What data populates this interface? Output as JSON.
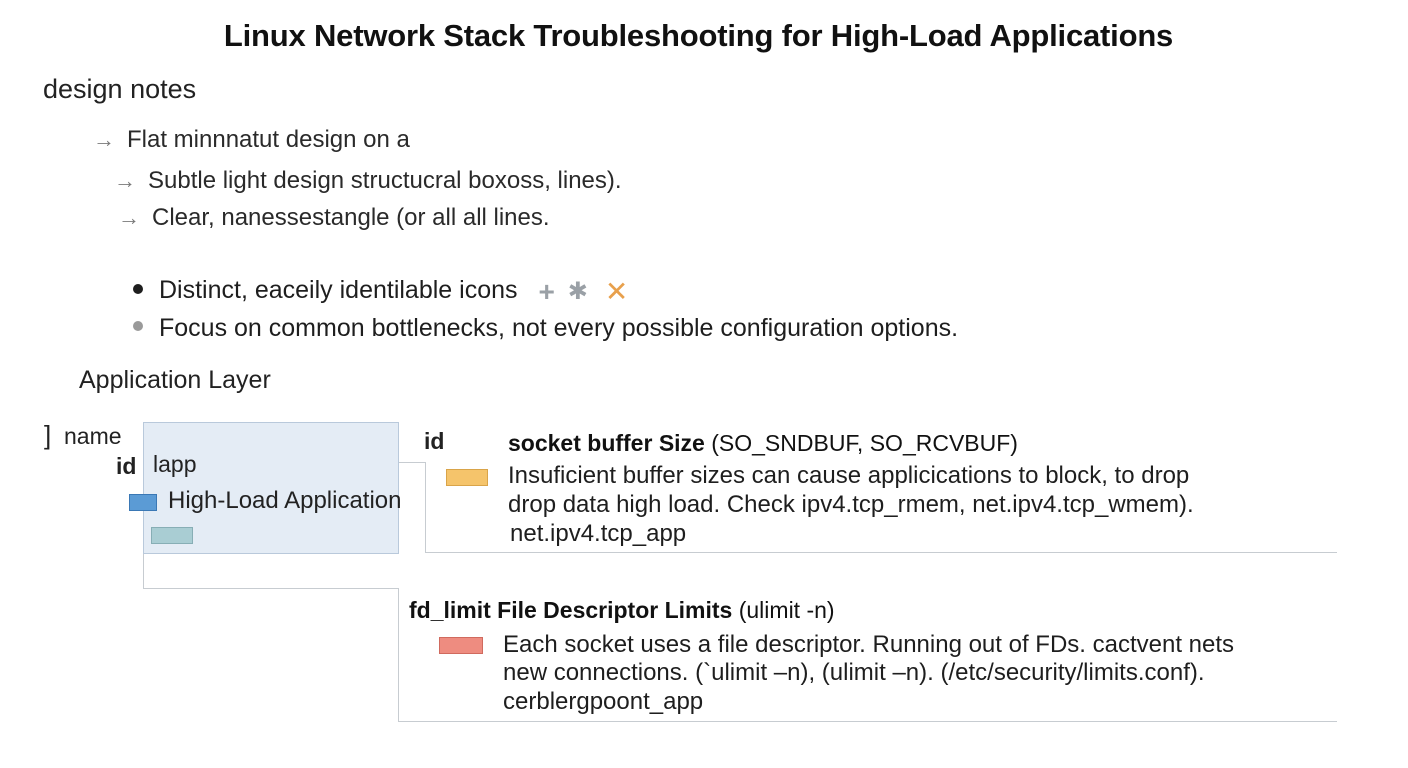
{
  "title": "Linux Network Stack Troubleshooting for High-Load Applications",
  "design_notes": {
    "heading": "design notes",
    "arrow_items": [
      "Flat minnnatut design on a",
      "Subtle light design structucral boxoss, lines).",
      "Clear, nanessestangle (or all all lines."
    ],
    "bullet_items": [
      "Distinct, eaceily identilable icons",
      "Focus on common bottlenecks, not every possible configuration options."
    ],
    "arrow_glyph": "→",
    "icons": {
      "plus": "+",
      "star": "✱",
      "cross": "✕"
    }
  },
  "application_layer": {
    "heading": "Application Layer",
    "bracket": "]",
    "name_label": "name",
    "id_label": "id",
    "box_id_value": "lapp",
    "box_name_value": "High-Load Application"
  },
  "socket_section": {
    "id_label": "id",
    "heading_bold": "socket buffer Size",
    "heading_rest": " (SO_SNDBUF, SO_RCVBUF)",
    "lines": [
      "Insuficient buffer sizes can cause applicications  to block, to drop",
      "drop data  high  load. Check ipv4.tcp_rmem,  net.ipv4.tcp_wmem).",
      "net.ipv4.tcp_app"
    ]
  },
  "fd_section": {
    "heading_bold": "fd_limit File Descriptor Limits",
    "heading_rest": " (ulimit -n)",
    "lines": [
      "Each socket uses a file descriptor. Running out of FDs. cactvent nets",
      "new connections. (`ulimit –n), (ulimit –n). (/etc/security/limits.conf).",
      "cerblergpoont_app"
    ]
  },
  "colors": {
    "blue_chip": "#5b9bd5",
    "teal_chip": "#a9cdd3",
    "yellow_chip": "#f5c46b",
    "red_chip": "#ee8c80",
    "box_fill": "#e4ecf5",
    "line_color": "#c7ccd1",
    "icon_plus": "#9aa0a6",
    "icon_star": "#9aa0a6",
    "icon_cross": "#e8a04c"
  }
}
